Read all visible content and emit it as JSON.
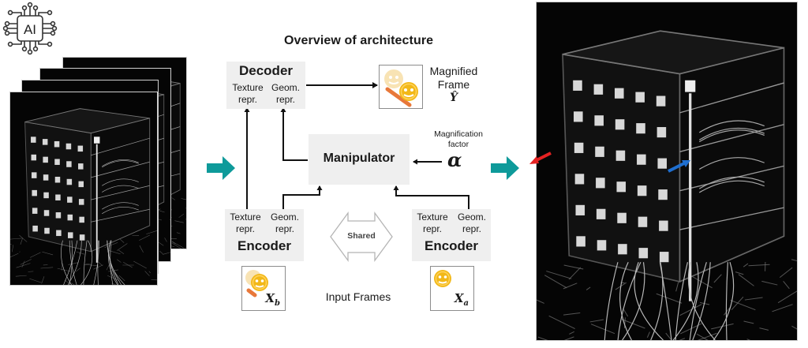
{
  "figure": {
    "title": "Overview of architecture",
    "ai_badge": {
      "icon": "ai-chip-icon",
      "label": "AI"
    }
  },
  "decoder": {
    "title": "Decoder",
    "texture": [
      "Texture",
      "repr."
    ],
    "geometry": [
      "Geom.",
      "repr."
    ]
  },
  "manipulator": {
    "title": "Manipulator",
    "factor_label": [
      "Magnification",
      "factor"
    ],
    "factor_symbol": "α"
  },
  "encoders": [
    {
      "title": "Encoder",
      "texture": [
        "Texture",
        "repr."
      ],
      "geometry": [
        "Geom.",
        "repr."
      ],
      "input_symbol": "X",
      "input_subscript": "b"
    },
    {
      "title": "Encoder",
      "texture": [
        "Texture",
        "repr."
      ],
      "geometry": [
        "Geom.",
        "repr."
      ],
      "input_symbol": "X",
      "input_subscript": "a"
    }
  ],
  "shared_label": "Shared",
  "input_frames_label": "Input Frames",
  "output": {
    "label": [
      "Magnified",
      "Frame"
    ],
    "symbol": "Ŷ"
  },
  "photos": {
    "input_stack": {
      "description": "stack of input video frames",
      "count": 4
    },
    "output": {
      "description": "motion-magnified frame",
      "markers": [
        "red-arrow",
        "blue-arrow"
      ]
    }
  },
  "colors": {
    "teal_arrow": "#0e9a9a",
    "box_fill": "#efefef",
    "emoji_yellow": "#f2b818",
    "ghost_yellow": "#f6deaa",
    "motion_orange": "#e8783a",
    "red_marker": "#e52222",
    "blue_marker": "#1f6fd0"
  }
}
